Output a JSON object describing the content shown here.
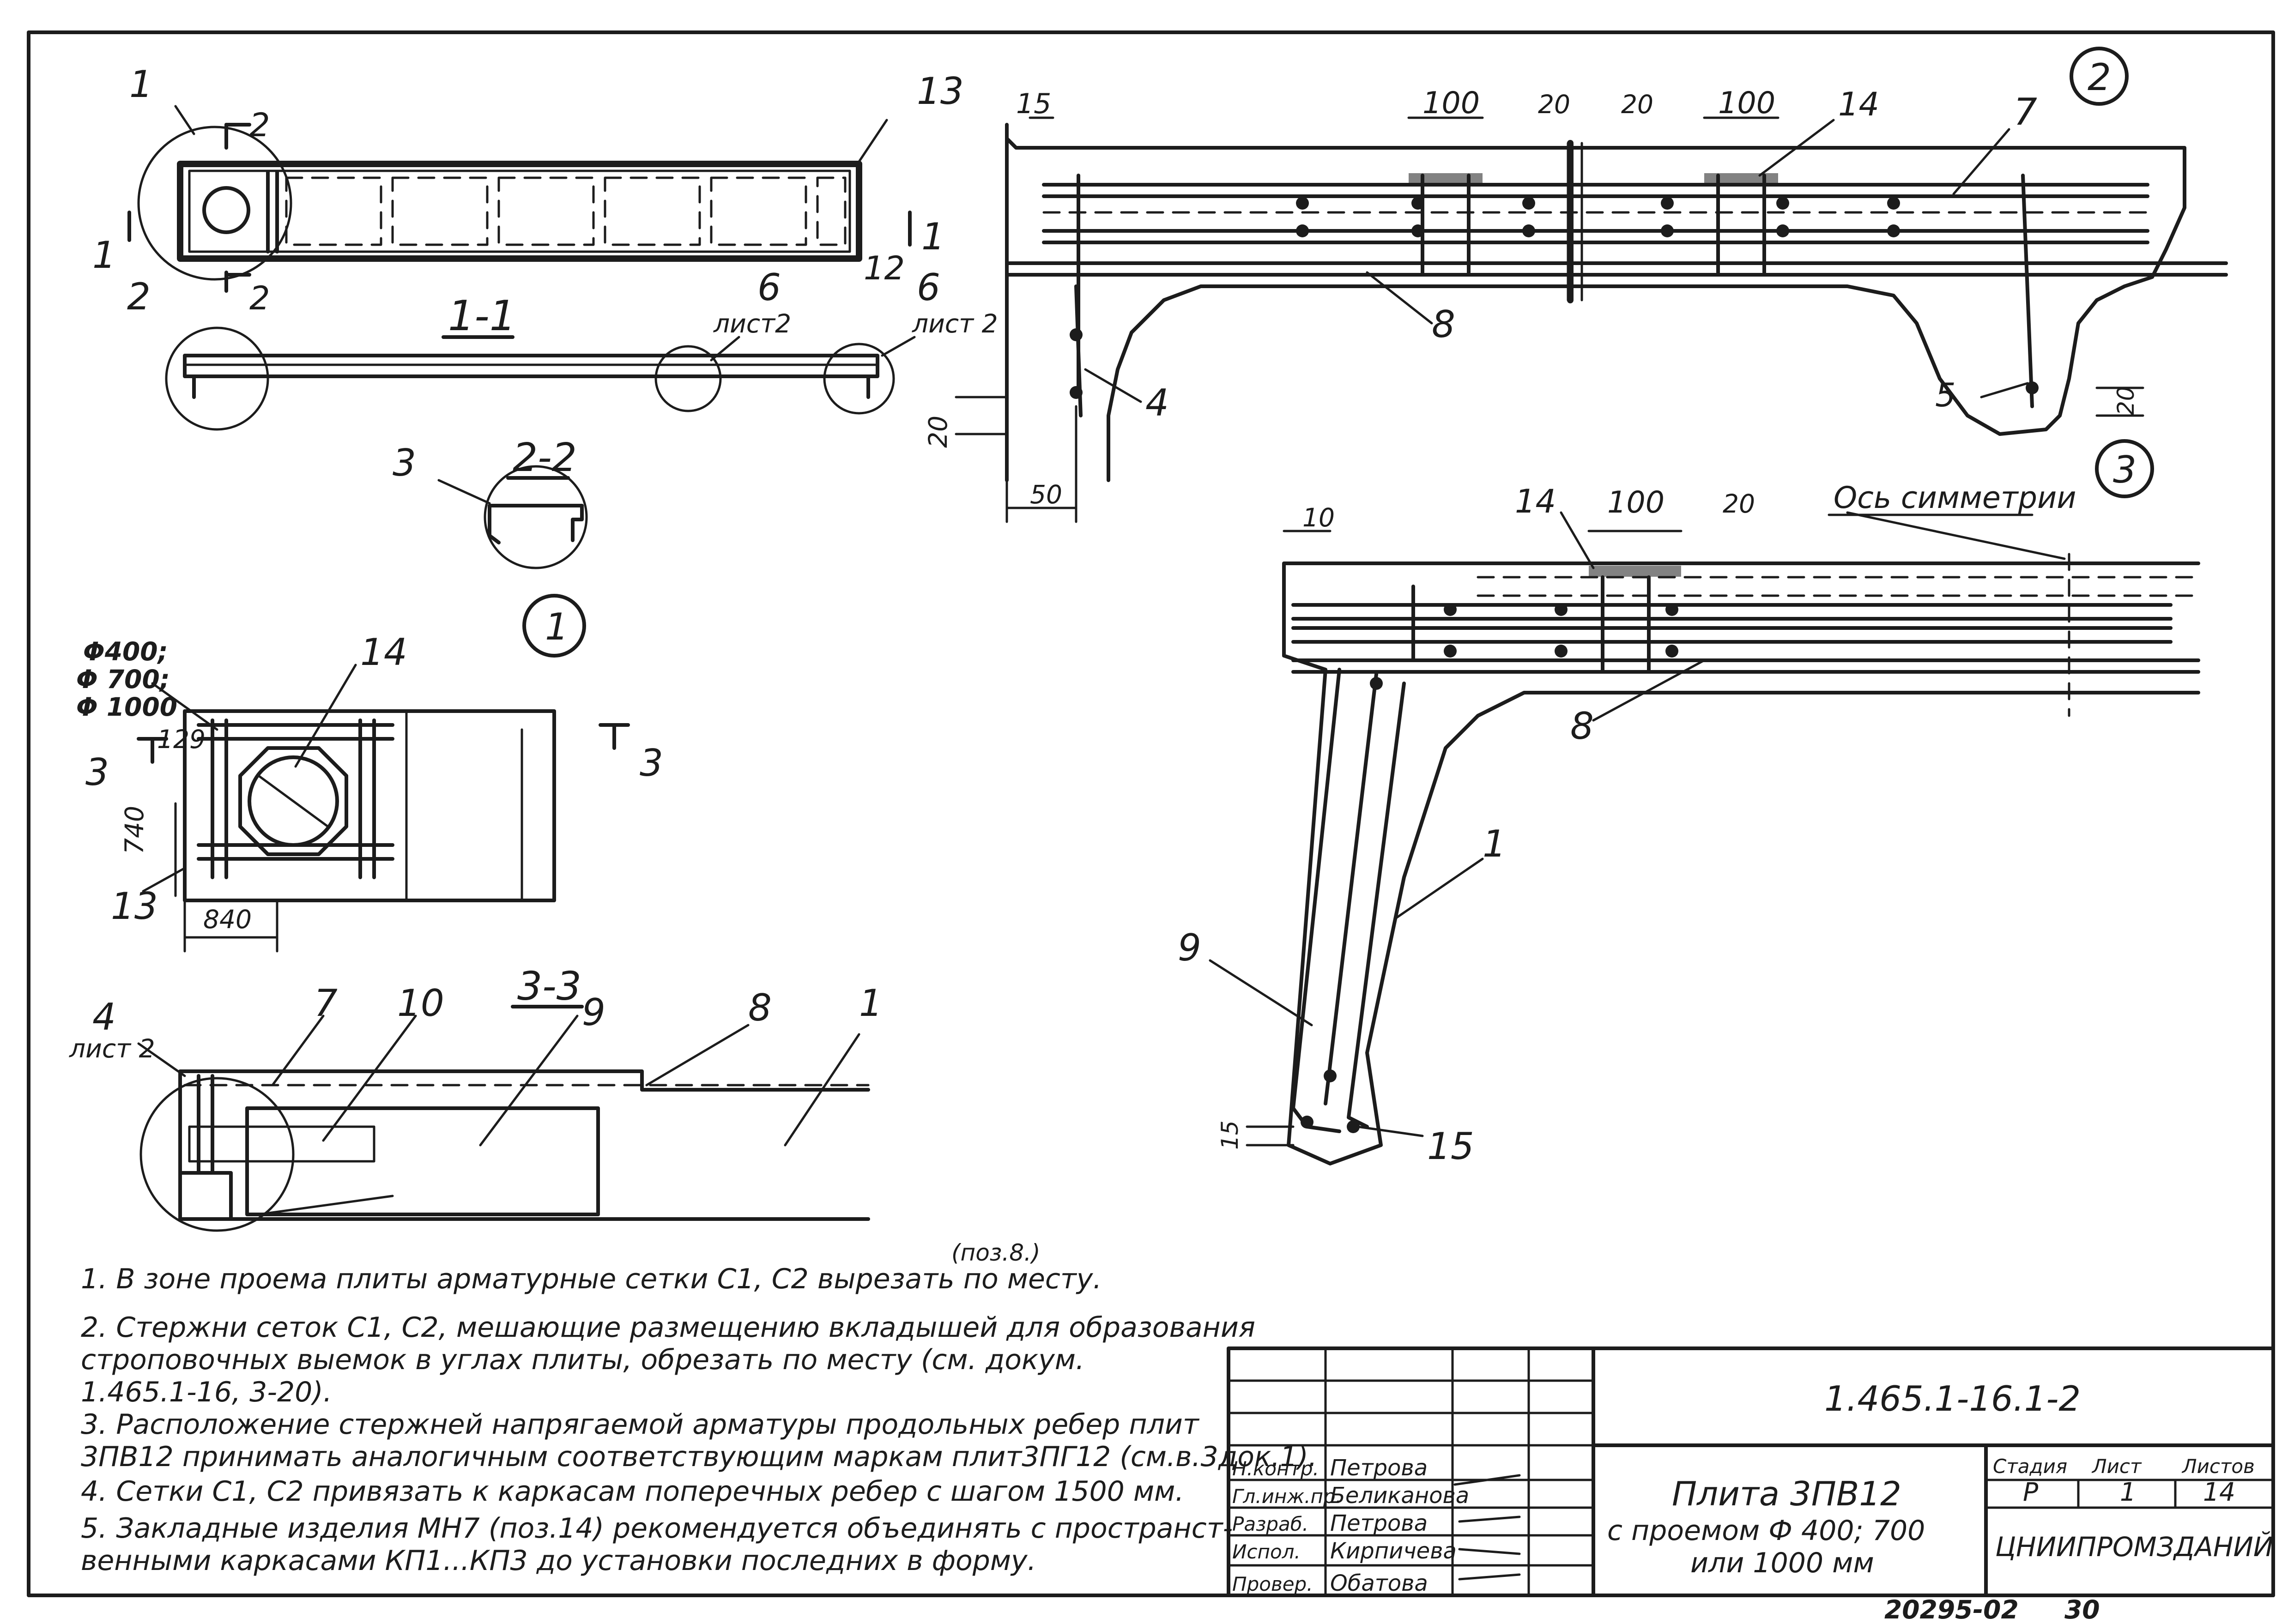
{
  "callouts": {
    "c1": "1",
    "c2": "2",
    "c3": "3"
  },
  "sections": {
    "s11": "1-1",
    "s22": "2-2",
    "s33": "3-3"
  },
  "dims": {
    "d15": "15",
    "d100a": "100",
    "d20a": "20",
    "d20b": "20",
    "d100b": "100",
    "d20c": "20",
    "d50": "50",
    "d20d": "20",
    "d10": "10",
    "d100c": "100",
    "d20e": "20",
    "d15b": "15",
    "d129": "129",
    "d740": "740",
    "d840": "840"
  },
  "diameters": [
    "Φ400;",
    "Φ 700;",
    "Φ 1000"
  ],
  "axis_label": "Ось симметрии",
  "sheet_refs": {
    "r1": "лист2",
    "r2": "лист 2",
    "r3": "лист 2"
  },
  "poz_ref": "(поз.8.)",
  "positions": {
    "p1": "1",
    "p2": "2",
    "p3": "3",
    "p4": "4",
    "p5": "5",
    "p6a": "6",
    "p6b": "6",
    "p7": "7",
    "p8": "8",
    "p9": "9",
    "p10": "10",
    "p12": "12",
    "p13": "13",
    "p14": "14",
    "p15": "15",
    "cut1": "1",
    "cut2": "2",
    "cut3": "3"
  },
  "notes": [
    "1. В зоне проема плиты арматурные сетки С1, С2 вырезать по месту.",
    "2. Стержни сеток С1, С2, мешающие размещению вкладышей для образования",
    "строповочных выемок в углах плиты, обрезать по месту (см. докум.",
    "1.465.1-16, 3-20).",
    "3. Расположение стержней напрягаемой арматуры продольных ребер плит",
    "3ПВ12 принимать аналогичным соответствующим маркам плит3ПГ12 (см.в.3док.1).",
    "4. Сетки С1, С2 привязать к каркасам поперечных ребер с шагом 1500 мм.",
    "5. Закладные изделия МН7 (поз.14) рекомендуется объединять с пространст-",
    "венными каркасами КП1...КП3 до установки последних в форму."
  ],
  "title_block": {
    "doc_code": "1.465.1-16.1-2",
    "rows": [
      {
        "role": "Гл.инж.пр.",
        "name": "Беликанова"
      },
      {
        "role": "Разраб.",
        "name": "Петрова"
      },
      {
        "role": "Испол.",
        "name": "Кирпичева"
      },
      {
        "role": "Провер.",
        "name": "Обатова"
      },
      {
        "role": "Н.контр.",
        "name": "Петрова"
      }
    ],
    "product": "Плита 3ПВ12",
    "product_line2": "с проемом Ф 400; 700",
    "product_line3": "или 1000 мм",
    "stage_h": "Стадия",
    "sheet_h": "Лист",
    "sheets_h": "Листов",
    "stage": "Р",
    "sheet": "1",
    "sheets": "14",
    "org": "ЦНИИПРОМЗДАНИЙ",
    "archive": "20295-02",
    "page": "30"
  }
}
